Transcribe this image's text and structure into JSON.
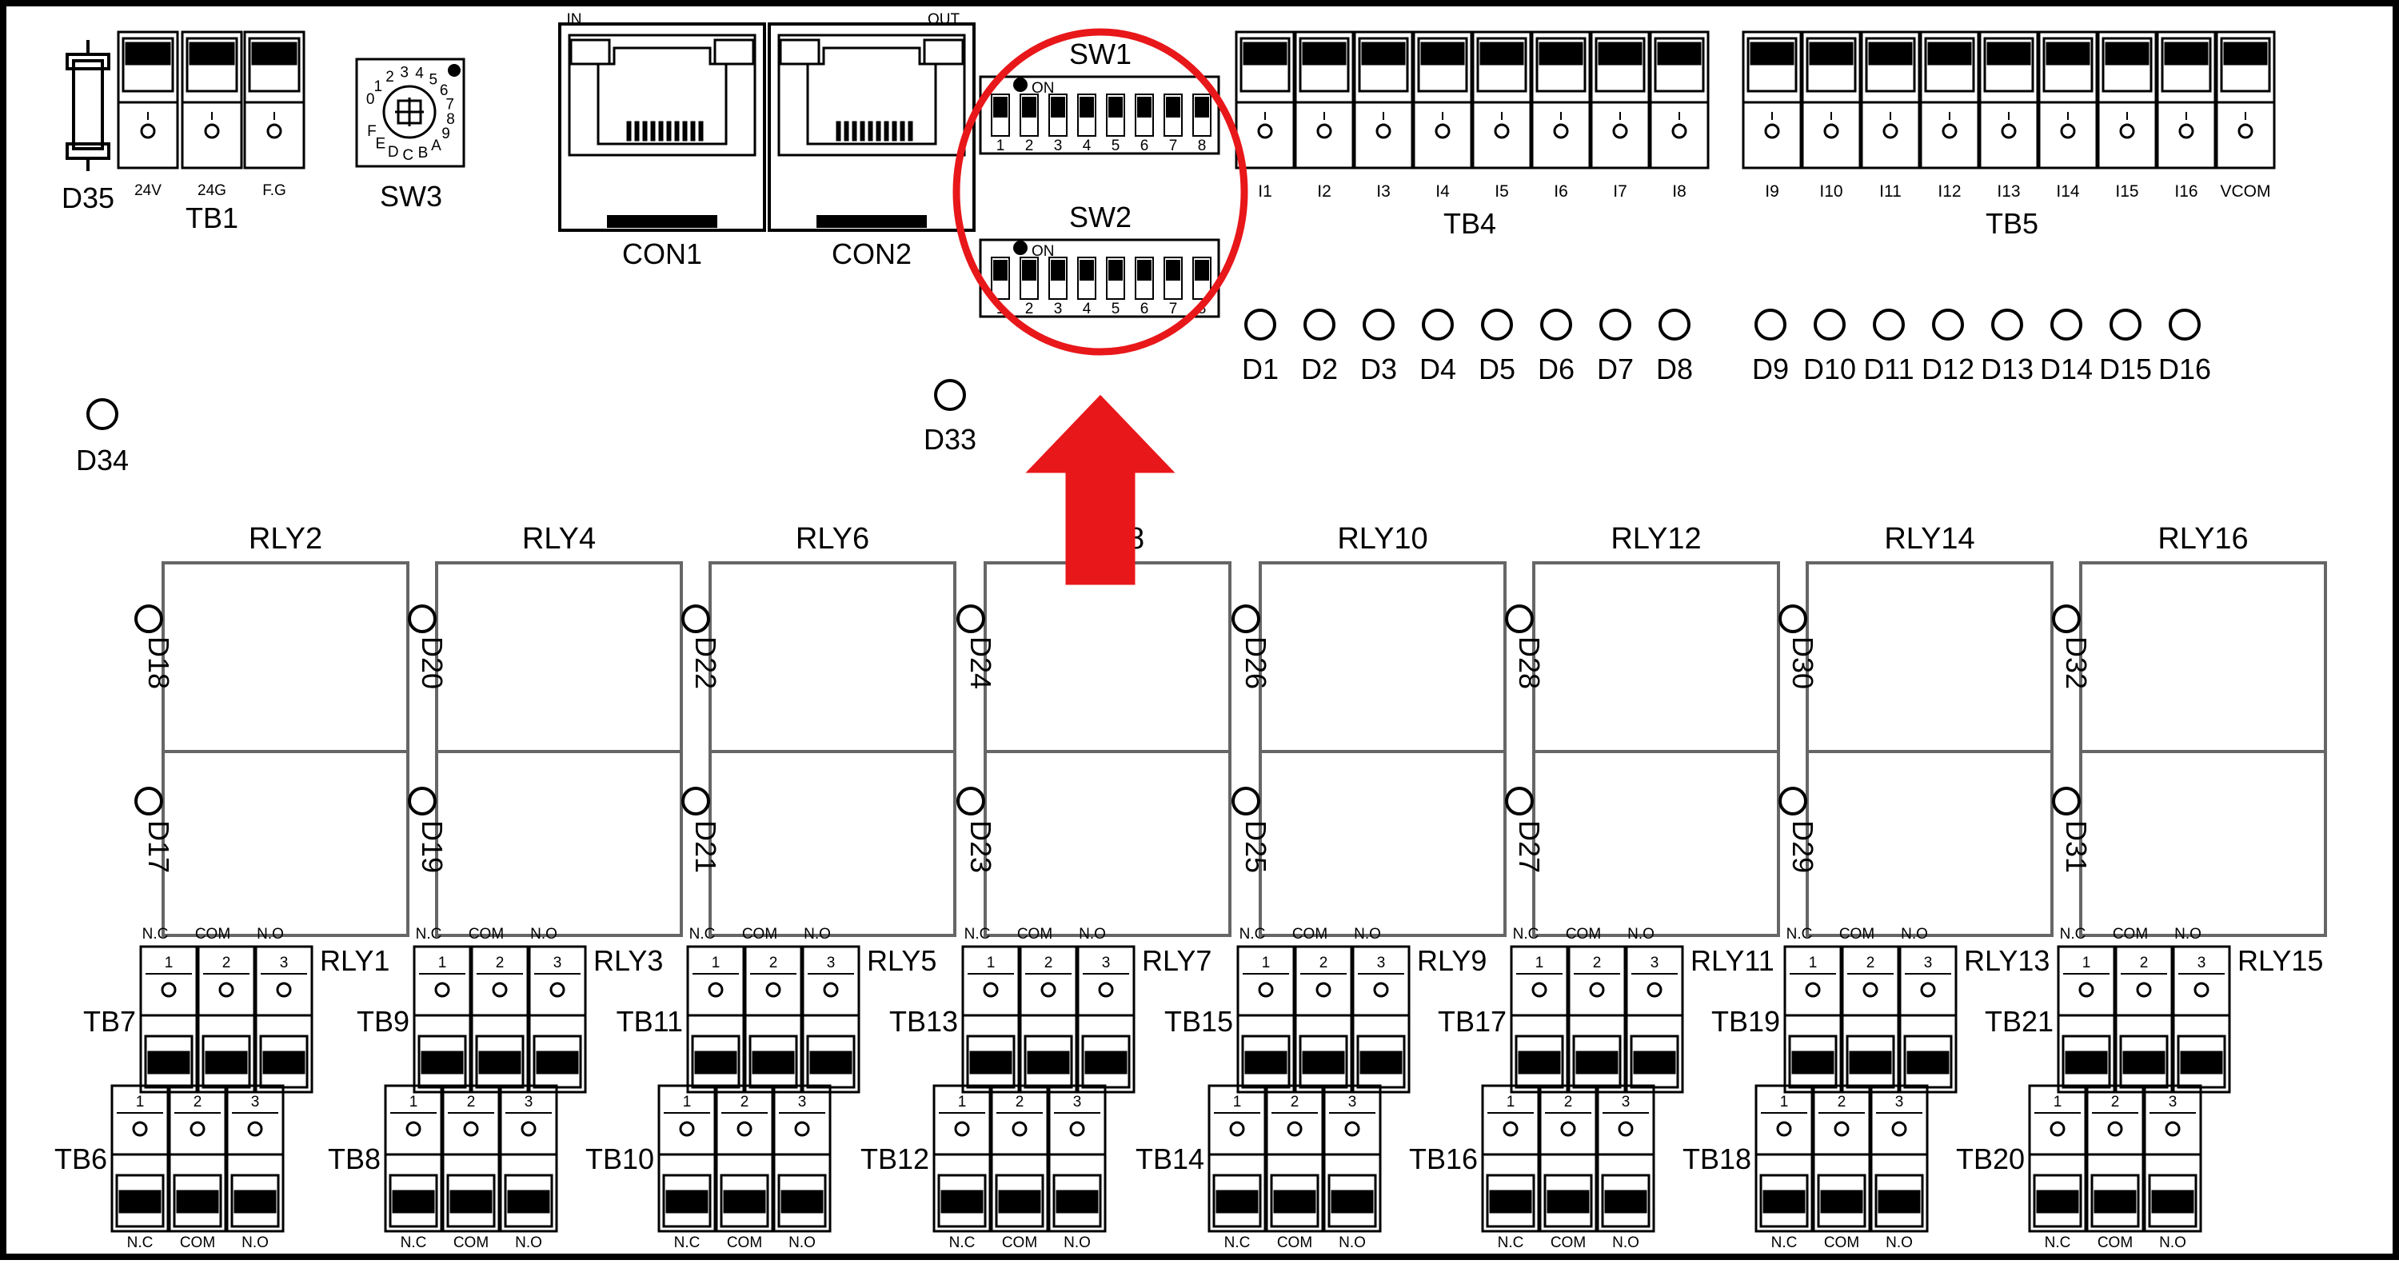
{
  "top": {
    "d35": "D35",
    "tb1": {
      "name": "TB1",
      "pins": [
        "24V",
        "24G",
        "F.G"
      ]
    },
    "sw3": {
      "name": "SW3",
      "dial": "0123456789ABCDEF"
    },
    "con1": {
      "name": "CON1",
      "tag": "IN"
    },
    "con2": {
      "name": "CON2",
      "tag": "OUT"
    },
    "sw1": {
      "name": "SW1",
      "on_text": "ON",
      "pins": [
        "1",
        "2",
        "3",
        "4",
        "5",
        "6",
        "7",
        "8"
      ]
    },
    "sw2": {
      "name": "SW2",
      "on_text": "ON",
      "pins": [
        "1",
        "2",
        "3",
        "4",
        "5",
        "6",
        "7",
        "8"
      ]
    },
    "tb4": {
      "name": "TB4",
      "pins": [
        "I1",
        "I2",
        "I3",
        "I4",
        "I5",
        "I6",
        "I7",
        "I8"
      ]
    },
    "tb5": {
      "name": "TB5",
      "pins": [
        "I9",
        "I10",
        "I11",
        "I12",
        "I13",
        "I14",
        "I15",
        "I16",
        "VCOM"
      ]
    },
    "leds_row": [
      "D1",
      "D2",
      "D3",
      "D4",
      "D5",
      "D6",
      "D7",
      "D8",
      "D9",
      "D10",
      "D11",
      "D12",
      "D13",
      "D14",
      "D15",
      "D16"
    ],
    "d33": "D33",
    "d34": "D34"
  },
  "relay_top_labels": [
    "RLY2",
    "RLY4",
    "RLY6",
    "RLY8",
    "RLY10",
    "RLY12",
    "RLY14",
    "RLY16"
  ],
  "relay_side_labels": [
    "RLY1",
    "RLY3",
    "RLY5",
    "RLY7",
    "RLY9",
    "RLY11",
    "RLY13",
    "RLY15"
  ],
  "relay_leds_upper": [
    "D18",
    "D20",
    "D22",
    "D24",
    "D26",
    "D28",
    "D30",
    "D32"
  ],
  "relay_leds_lower": [
    "D17",
    "D19",
    "D21",
    "D23",
    "D25",
    "D27",
    "D29",
    "D31"
  ],
  "tb_upper": [
    "TB7",
    "TB9",
    "TB11",
    "TB13",
    "TB15",
    "TB17",
    "TB19",
    "TB21"
  ],
  "tb_lower": [
    "TB6",
    "TB8",
    "TB10",
    "TB12",
    "TB14",
    "TB16",
    "TB18",
    "TB20"
  ],
  "contact_labels": [
    "N.C",
    "COM",
    "N.O"
  ],
  "pin_numbers": [
    "1",
    "2",
    "3"
  ],
  "highlight": {
    "color": "#e8171a",
    "arrow_color": "#e8171a"
  }
}
